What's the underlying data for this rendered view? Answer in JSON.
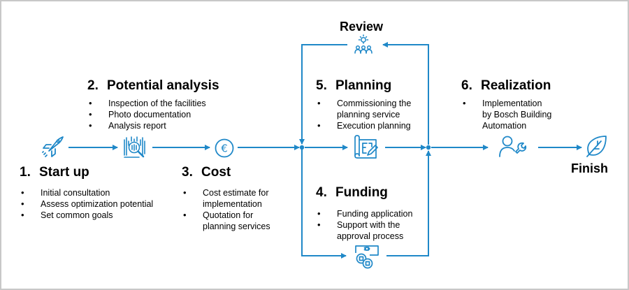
{
  "colors": {
    "accent": "#1f88c8",
    "text": "#000000",
    "border": "#c8c8c8"
  },
  "review": {
    "label": "Review",
    "icon": "team-idea-icon"
  },
  "finish": {
    "label": "Finish",
    "icon": "leaf-icon"
  },
  "steps": [
    {
      "num": "1.",
      "title": "Start up",
      "icon": "rocket-icon",
      "bullets": [
        "Initial consultation",
        "Assess optimization potential",
        "Set common goals"
      ]
    },
    {
      "num": "2.",
      "title": "Potential analysis",
      "icon": "analysis-magnifier-icon",
      "bullets": [
        "Inspection of the facilities",
        "Photo documentation",
        "Analysis report"
      ]
    },
    {
      "num": "3.",
      "title": "Cost",
      "icon": "euro-icon",
      "bullets": [
        "Cost estimate for implementation",
        "Quotation for planning services"
      ]
    },
    {
      "num": "4.",
      "title": "Funding",
      "icon": "coins-icon",
      "bullets": [
        "Funding application",
        "Support with the approval process"
      ]
    },
    {
      "num": "5.",
      "title": "Planning",
      "icon": "blueprint-icon",
      "bullets": [
        "Commissioning the planning service",
        "Execution planning"
      ]
    },
    {
      "num": "6.",
      "title": "Realization",
      "icon": "worker-wrench-icon",
      "bullets": [
        "Implementation by Bosch Building Automation"
      ]
    }
  ]
}
